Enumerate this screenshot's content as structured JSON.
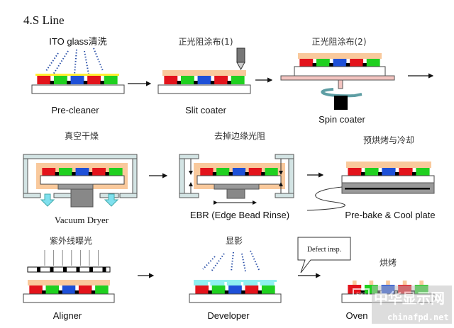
{
  "title": "4.S Line",
  "colors": {
    "red": "#e3131b",
    "green": "#1fd01f",
    "blue": "#1e50d8",
    "photoresist": "#f9c99c",
    "ito": "#ffee33",
    "developer": "#8ff0f0",
    "chamber": "#d3e4e4",
    "vacuum_arrow": "#7fe0ee",
    "plate": "#f3c4c0"
  },
  "steps": [
    {
      "cn": "ITO glass清洗",
      "en": "Pre-cleaner"
    },
    {
      "cn": "正光阻涂布(1)",
      "en": "Slit coater"
    },
    {
      "cn": "正光阻涂布(2)",
      "en": "Spin coater"
    },
    {
      "cn": "真空干燥",
      "en": "Vacuum Dryer"
    },
    {
      "cn": "去掉边缘光阻",
      "en": "EBR (Edge Bead Rinse)"
    },
    {
      "cn": "预烘烤与冷却",
      "en": "Pre-bake & Cool plate"
    },
    {
      "cn": "紫外线曝光",
      "en": "Aligner"
    },
    {
      "cn": "显影",
      "en": "Developer"
    },
    {
      "cn": "烘烤",
      "en": "Oven"
    }
  ],
  "callout": "Defect insp.",
  "watermark": {
    "cn": "中华显示网",
    "en": "chinafpd.net",
    "badge": "FPD"
  }
}
